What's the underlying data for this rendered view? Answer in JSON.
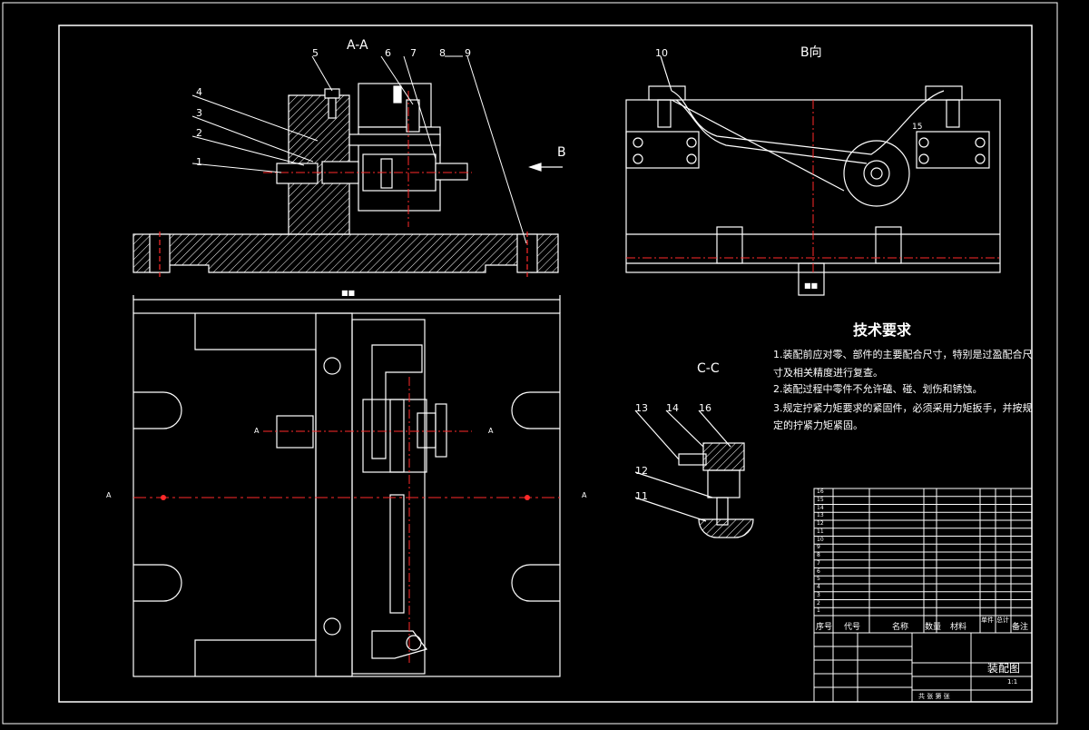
{
  "views": {
    "section_aa": "A-A",
    "view_b": "B向",
    "section_cc": "C-C",
    "arrow_b": "B",
    "section_marks": [
      "A",
      "A",
      "A",
      "A"
    ],
    "dim_top": "■■",
    "dim_right": "■■"
  },
  "callouts": [
    "1",
    "2",
    "3",
    "4",
    "5",
    "6",
    "7",
    "8",
    "9",
    "10",
    "11",
    "12",
    "13",
    "14",
    "15",
    "16"
  ],
  "tech": {
    "heading": "技术要求",
    "lines": [
      "1.装配前应对零、部件的主要配合尺寸，特别是过盈配合尺",
      "寸及相关精度进行复查。",
      "2.装配过程中零件不允许磕、碰、划伤和锈蚀。",
      "3.规定拧紧力矩要求的紧固件，必须采用力矩扳手，并按规",
      "定的拧紧力矩紧固。"
    ]
  },
  "bom": {
    "rows": [
      [
        "16",
        "",
        "",
        ""
      ],
      [
        "15",
        "",
        "",
        ""
      ],
      [
        "14",
        "",
        "",
        ""
      ],
      [
        "13",
        "",
        "",
        ""
      ],
      [
        "12",
        "",
        "",
        ""
      ],
      [
        "11",
        "",
        "",
        ""
      ],
      [
        "10",
        "",
        "",
        ""
      ],
      [
        "9",
        "",
        "",
        ""
      ],
      [
        "8",
        "",
        "",
        ""
      ],
      [
        "7",
        "",
        "",
        ""
      ],
      [
        "6",
        "",
        "",
        ""
      ],
      [
        "5",
        "",
        "",
        ""
      ],
      [
        "4",
        "",
        "",
        ""
      ],
      [
        "3",
        "",
        "",
        ""
      ],
      [
        "2",
        "",
        "",
        ""
      ],
      [
        "1",
        "",
        "",
        ""
      ]
    ],
    "header": [
      "序号",
      "代号",
      "名称",
      "数量",
      "材料",
      "单件",
      "总计",
      "备注"
    ]
  },
  "title_block": {
    "drawing_name": "装配图",
    "scale": "1:1",
    "sheet": "共 张 第 张"
  },
  "colors": {
    "line": "#ffffff",
    "centerline": "#ff2a2a",
    "background": "#000000"
  }
}
